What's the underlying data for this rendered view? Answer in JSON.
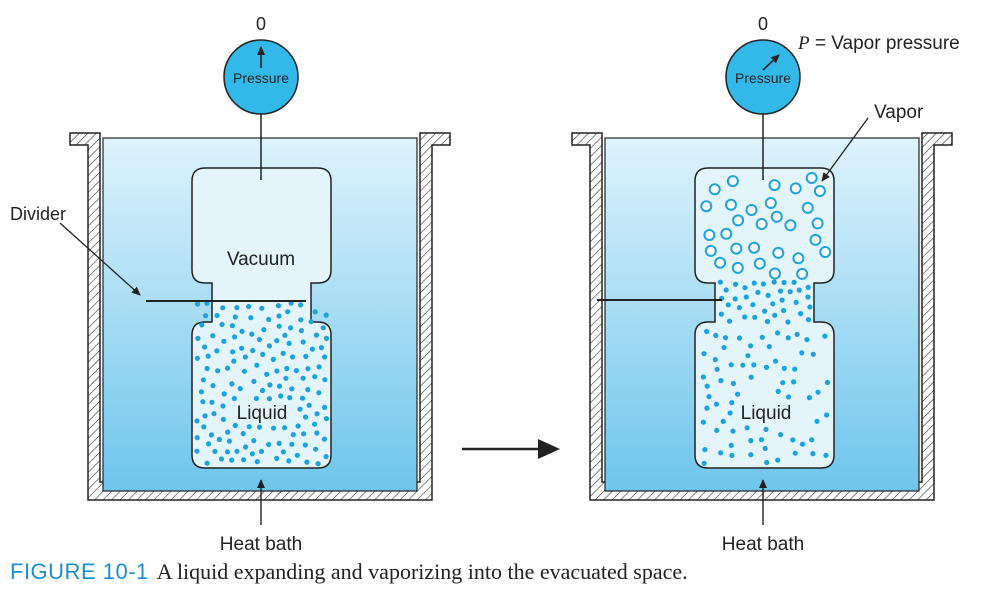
{
  "left_panel": {
    "gauge_zero": "0",
    "gauge_label": "Pressure",
    "divider_label": "Divider",
    "vacuum_label": "Vacuum",
    "liquid_label": "Liquid",
    "heat_bath_label": "Heat bath"
  },
  "right_panel": {
    "gauge_zero": "0",
    "gauge_label": "Pressure",
    "pressure_symbol": "P",
    "pressure_text": " = Vapor pressure",
    "vapor_label": "Vapor",
    "liquid_label": "Liquid",
    "heat_bath_label": "Heat bath"
  },
  "caption": {
    "label": "FIGURE 10-1",
    "text": "A liquid expanding and vaporizing into the evacuated space."
  },
  "colors": {
    "gauge": "#33b8ea",
    "bath_top": "#def3fc",
    "bath_bottom": "#6ec5ec",
    "vessel": "#e4f4fb",
    "molecule": "#1ba3e0",
    "caption_label": "#1b8fd0"
  }
}
